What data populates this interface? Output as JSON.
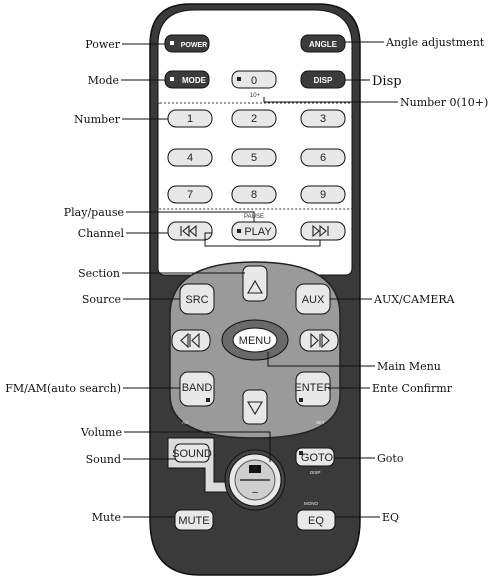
{
  "callouts": {
    "power": "Power",
    "angle": "Angle adjustment",
    "mode": "Mode",
    "disp": "Disp",
    "number0": "Number 0(10+)",
    "number": "Number",
    "play_pause": "Play/pause",
    "channel": "Channel",
    "section": "Section",
    "source": "Source",
    "aux_camera": "AUX/CAMERA",
    "main_menu": "Main Menu",
    "fm_am": "FM/AM(auto search)",
    "ente": "Ente Confirmr",
    "volume": "Volume",
    "sound": "Sound",
    "goto": "Goto",
    "mute": "Mute",
    "eq": "EQ"
  },
  "buttons": {
    "power": "POWER",
    "angle": "ANGLE",
    "mode": "MODE",
    "zero": "0",
    "zero_sub": "10+",
    "disp": "DISP",
    "numbers": [
      "1",
      "2",
      "3",
      "4",
      "5",
      "6",
      "7",
      "8",
      "9"
    ],
    "pause_small": "PAUSE",
    "play": "PLAY",
    "src": "SRC",
    "aux": "AUX",
    "menu": "MENU",
    "band": "BAND",
    "enter": "ENTER",
    "as_small": "AS",
    "set_small": "SET",
    "sound": "SOUND",
    "goto": "GOTO",
    "disp_small": "DISP",
    "mono_small": "MONO",
    "mute": "MUTE",
    "eq": "EQ",
    "vol_plus": "+",
    "vol_minus": "−"
  }
}
